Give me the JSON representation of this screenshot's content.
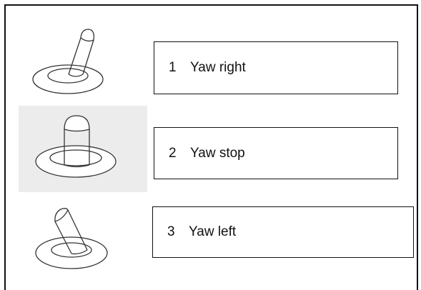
{
  "rows": [
    {
      "number": "1",
      "label": "Yaw right",
      "lever_icon": "lever-tilted-right-icon",
      "selected": false
    },
    {
      "number": "2",
      "label": "Yaw stop",
      "lever_icon": "lever-upright-icon",
      "selected": true
    },
    {
      "number": "3",
      "label": "Yaw left",
      "lever_icon": "lever-tilted-left-icon",
      "selected": false
    }
  ],
  "colors": {
    "stroke": "#333333",
    "selected_bg": "#ececec",
    "box_border": "#111111"
  }
}
